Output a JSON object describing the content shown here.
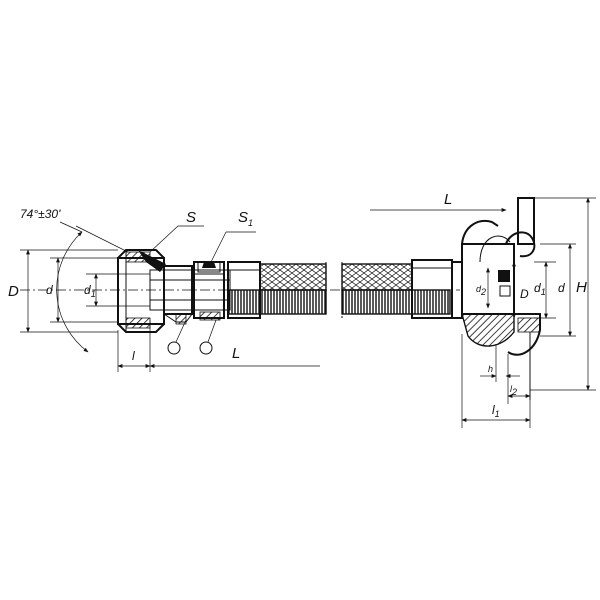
{
  "left_fitting": {
    "angle_label": "74°±30'",
    "S_label": "S",
    "S1_label": "S",
    "S1_sub": "1",
    "D_label": "D",
    "d_label": "d",
    "d1_label": "d",
    "d1_sub": "1",
    "l_label": "l",
    "L_label": "L"
  },
  "right_fitting": {
    "L_label": "L",
    "d2_label": "d",
    "d2_sub": "2",
    "D_label": "D",
    "d1_label": "d",
    "d1_sub": "1",
    "d_label": "d",
    "H_label": "H",
    "h_label": "h",
    "l2_label": "l",
    "l2_sub": "2",
    "l1_label": "l",
    "l1_sub": "1"
  },
  "colors": {
    "ink": "#111111",
    "hatch_fill": "#111111",
    "background": "#ffffff"
  }
}
